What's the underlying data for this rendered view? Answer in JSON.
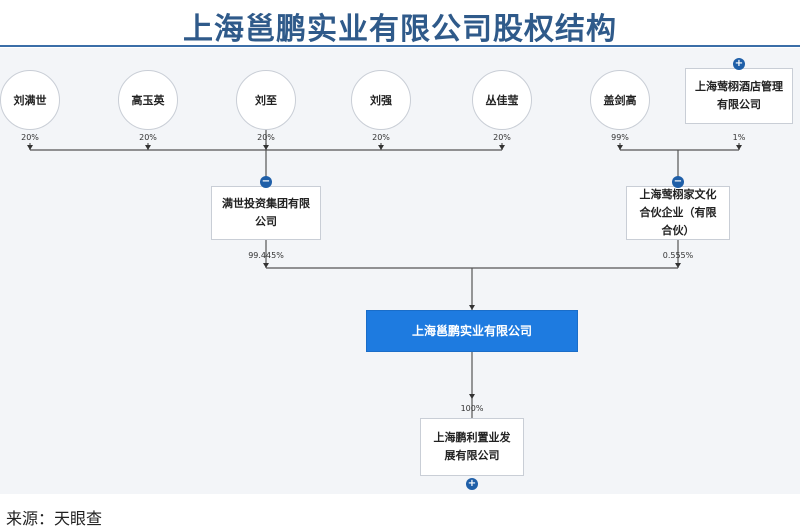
{
  "title": "上海邕鹏实业有限公司股权结构",
  "shareholders_top": [
    {
      "name": "刘满世",
      "pct": "20%"
    },
    {
      "name": "高玉英",
      "pct": "20%"
    },
    {
      "name": "刘至",
      "pct": "20%"
    },
    {
      "name": "刘强",
      "pct": "20%"
    },
    {
      "name": "丛佳莹",
      "pct": "20%"
    },
    {
      "name": "盖剑高",
      "pct": "99%"
    },
    {
      "name": "上海莺栩酒店管理有限公司",
      "pct": "1%"
    }
  ],
  "holding_left": {
    "name": "满世投资集团有限公司",
    "pct": "99.445%"
  },
  "holding_right": {
    "name": "上海莺栩家文化合伙企业（有限合伙）",
    "pct": "0.555%"
  },
  "main_company": {
    "name": "上海邕鹏实业有限公司"
  },
  "subsidiary": {
    "name": "上海鹏利置业发展有限公司",
    "pct": "100%"
  },
  "toggles": {
    "expand": "+",
    "collapse": "−"
  },
  "source": "来源：天眼查",
  "colors": {
    "title": "#2f5a8a",
    "main_box": "#1e7be0",
    "toggle": "#1f5fa8"
  }
}
